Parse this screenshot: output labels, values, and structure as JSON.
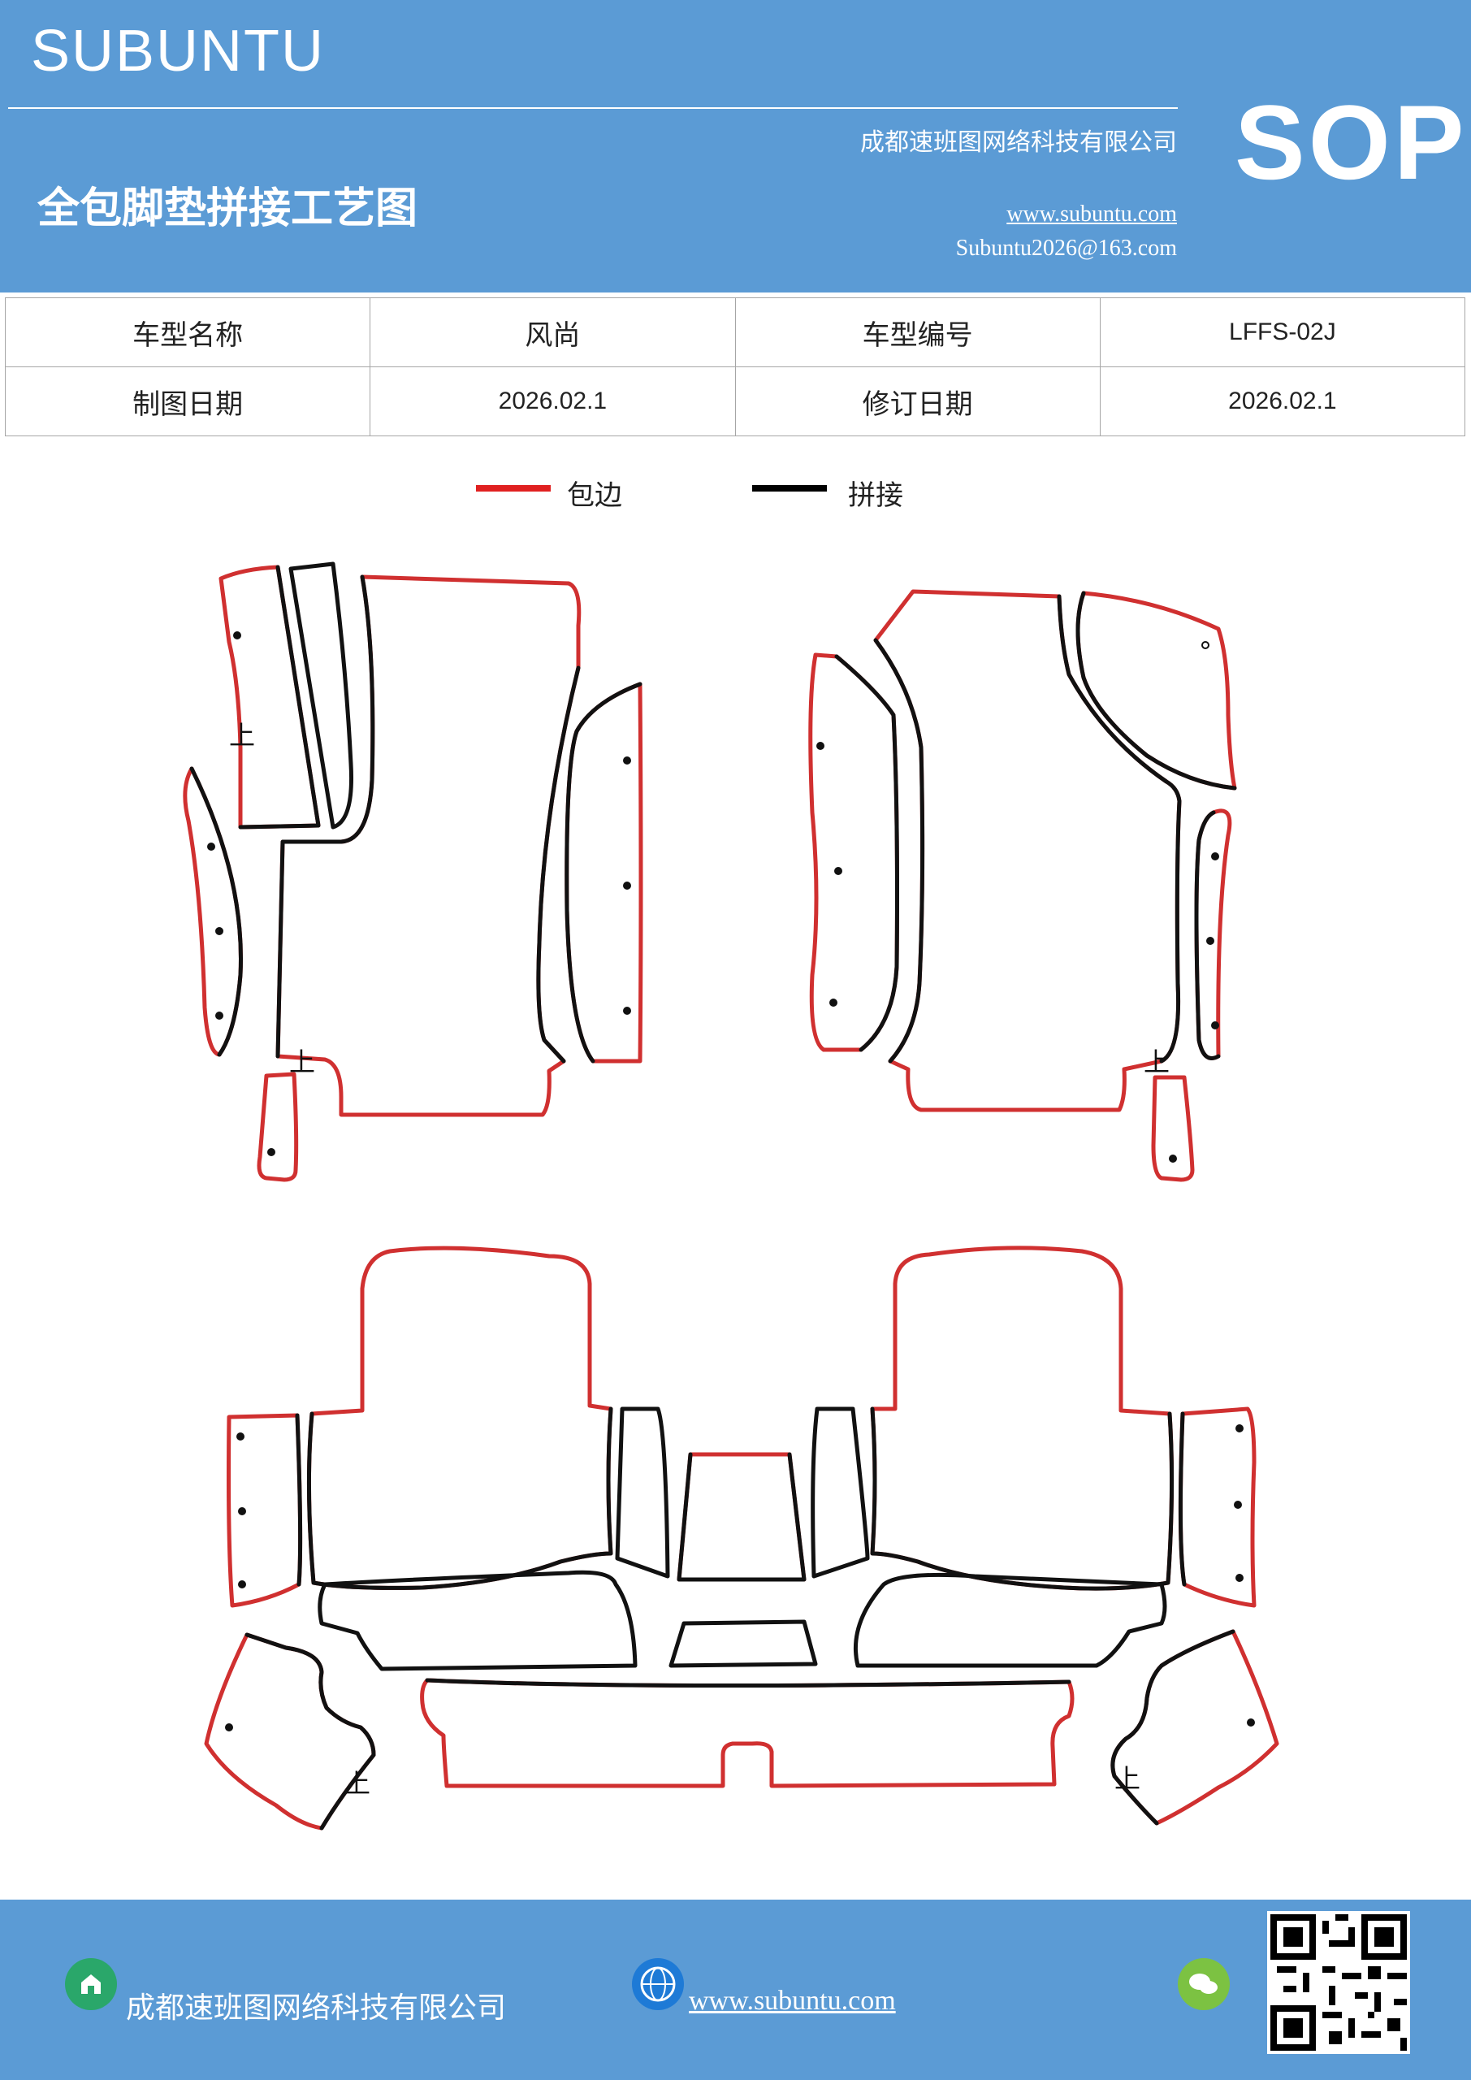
{
  "header": {
    "brand": "SUBUNTU",
    "company": "成都速班图网络科技有限公司",
    "title": "全包脚垫拼接工艺图",
    "website": "www.subuntu.com",
    "email": "Subuntu2026@163.com",
    "badge": "SOP"
  },
  "info_table": {
    "rows": [
      [
        "车型名称",
        "风尚",
        "车型编号",
        "LFFS-02J"
      ],
      [
        "制图日期",
        "2026.02.1",
        "修订日期",
        "2026.02.1"
      ]
    ]
  },
  "legend": {
    "items": [
      {
        "label": "包边",
        "color": "#e02020"
      },
      {
        "label": "拼接",
        "color": "#000000"
      }
    ]
  },
  "drawing": {
    "up_marker": "上",
    "edge_color": "#d03030",
    "seam_color": "#111111"
  },
  "footer": {
    "company": "成都速班图网络科技有限公司",
    "website": "www.subuntu.com",
    "icons": [
      "home-icon",
      "globe-icon",
      "wechat-icon"
    ]
  }
}
